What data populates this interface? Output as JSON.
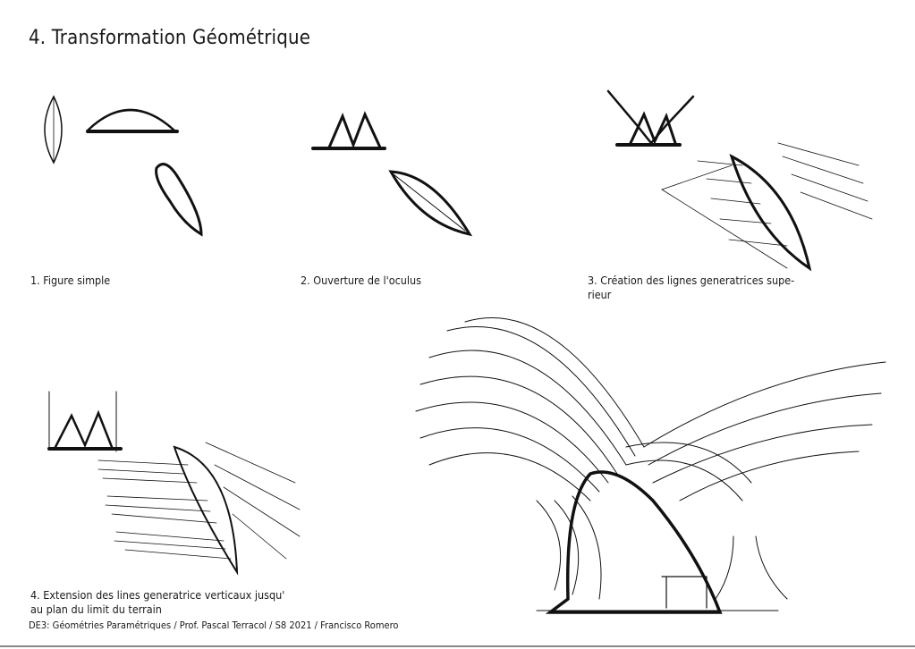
{
  "page": {
    "title": "4. Transformation Géométrique",
    "captions": [
      "1. Figure simple",
      "2. Ouverture de l'oculus",
      "3. Création des lignes generatrices supe-",
      "rieur",
      "4. Extension des lines generatrice verticaux jusqu'",
      "au plan du limit du terrain"
    ],
    "footer": "DE3: Géométries Paramétriques / Prof. Pascal Terracol / S8 2021 / Francisco Romero"
  },
  "colors": {
    "accent_red": "#d42020",
    "ink": "#111111"
  }
}
